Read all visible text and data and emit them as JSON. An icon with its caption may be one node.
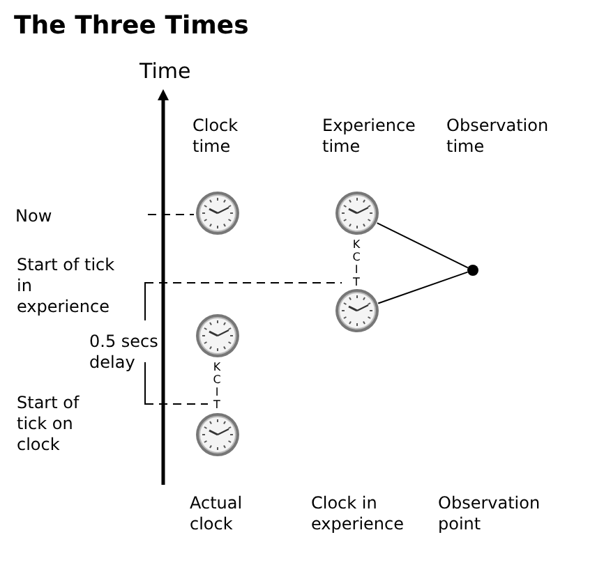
{
  "diagram": {
    "title": "The Three Times",
    "nodes": [
      {
        "text": [],
        "shape": "clock"
      },
      {
        "text": [],
        "shape": "clock"
      },
      {
        "text": [],
        "shape": "clock"
      },
      {
        "text": [],
        "shape": "clock"
      },
      {
        "text": [],
        "shape": "clock"
      },
      {
        "text": [],
        "shape": "circle"
      }
    ],
    "edges": [
      {
        "from": 3,
        "to": 5,
        "arrow": "none"
      },
      {
        "from": 4,
        "to": 5,
        "arrow": "none"
      }
    ],
    "labels": [
      "Time",
      "Clock time",
      "Experience time",
      "Observation time",
      "Now",
      "Start of tick in experience",
      "0.5 secs delay",
      "KCIT",
      "KCIT",
      "Start of tick on clock",
      "Actual clock",
      "Clock in experience",
      "Observation point"
    ]
  }
}
